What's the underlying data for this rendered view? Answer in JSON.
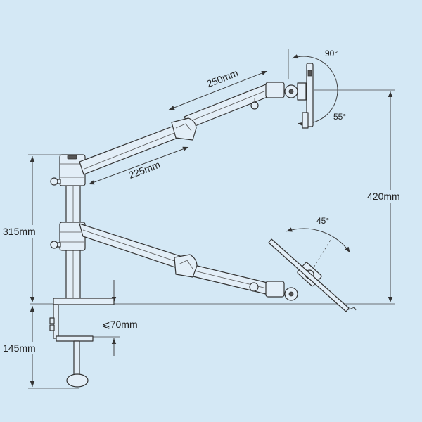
{
  "colors": {
    "background": "#d4e8f5",
    "outline": "#333333",
    "part_fill": "#e3eef7"
  },
  "dimensions": {
    "upper_outer_arm_length": "250mm",
    "upper_inner_arm_length": "225mm",
    "max_height": "420mm",
    "pole_height": "315mm",
    "clamp_depth": "145mm",
    "desk_thickness": "⩽70mm"
  },
  "angles": {
    "monitor_tilt_up": "90°",
    "monitor_tilt_down": "55°",
    "tray_tilt": "45°"
  }
}
